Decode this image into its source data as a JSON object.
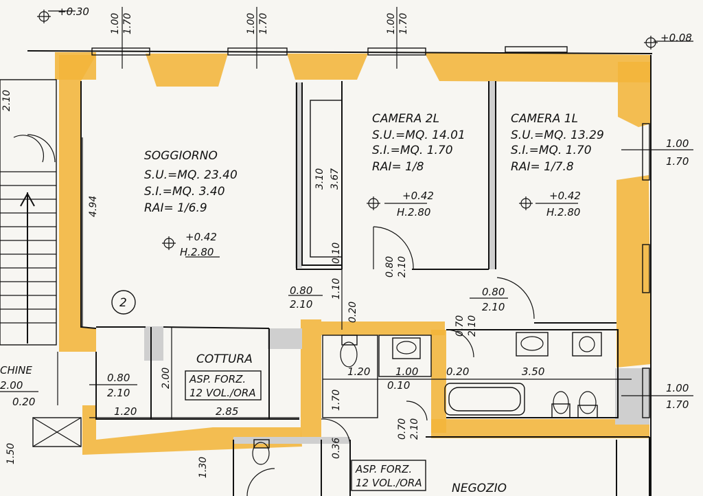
{
  "levels": {
    "top_left": "+0.30",
    "top_right": "+0.08"
  },
  "top_windows": [
    {
      "a": "1.00",
      "b": "1.70"
    },
    {
      "a": "1.00",
      "b": "1.70"
    },
    {
      "a": "1.00",
      "b": "1.70"
    }
  ],
  "rooms": {
    "soggiorno": {
      "name": "SOGGIORNO",
      "su": "S.U.=MQ. 23.40",
      "si": "S.I.=MQ. 3.40",
      "rai": "RAI= 1/6.9",
      "level": "+0.42",
      "height": "H.2.80",
      "number": "2"
    },
    "camera2": {
      "name": "CAMERA 2L",
      "su": "S.U.=MQ. 14.01",
      "si": "S.I.=MQ. 1.70",
      "rai": "RAI= 1/8",
      "level": "+0.42",
      "height": "H.2.80"
    },
    "camera1": {
      "name": "CAMERA 1L",
      "su": "S.U.=MQ. 13.29",
      "si": "S.I.=MQ. 1.70",
      "rai": "RAI= 1/7.8",
      "level": "+0.42",
      "height": "H.2.80"
    },
    "cottura": {
      "name": "COTTURA",
      "asp1": "ASP. FORZ.",
      "asp2": "12 VOL./ORA"
    },
    "bagno": {
      "asp1": "ASP. FORZ.",
      "asp2": "12 VOL./ORA"
    },
    "negozio": {
      "name": "NEGOZIO"
    }
  },
  "dims": {
    "left_210": "2.10",
    "left_494": "4.94",
    "cupboard_310": "3.10",
    "cupboard_367": "3.67",
    "cupboard_010": "0.10",
    "door_sog_a": "0.80",
    "door_sog_b": "2.10",
    "door_010b": "1.10",
    "door_020": "0.20",
    "door_cam2_a": "0.80",
    "door_cam2_b": "2.10",
    "door_cam1_a": "0.80",
    "door_cam1_b": "2.10",
    "door_bath_a": "0.70",
    "door_bath_b": "2.10",
    "right_win1_a": "1.00",
    "right_win1_b": "1.70",
    "right_win2_a": "1.00",
    "right_win2_b": "1.70",
    "door_left_a": "0.80",
    "door_left_b": "2.10",
    "left_200": "2.00",
    "left_020": "0.20",
    "left_150": "1.50",
    "kitchen_200": "2.00",
    "kitchen_120": "1.20",
    "kitchen_285": "2.85",
    "wc_120": "1.20",
    "wc_170": "1.70",
    "wc_100": "1.00",
    "wc_010": "0.10",
    "wc_020": "0.20",
    "bath_350": "3.50",
    "bath_door_a": "0.70",
    "bath_door_b": "2.10",
    "low_036": "0.36",
    "low_130": "1.30",
    "fragment": "CHINE"
  }
}
